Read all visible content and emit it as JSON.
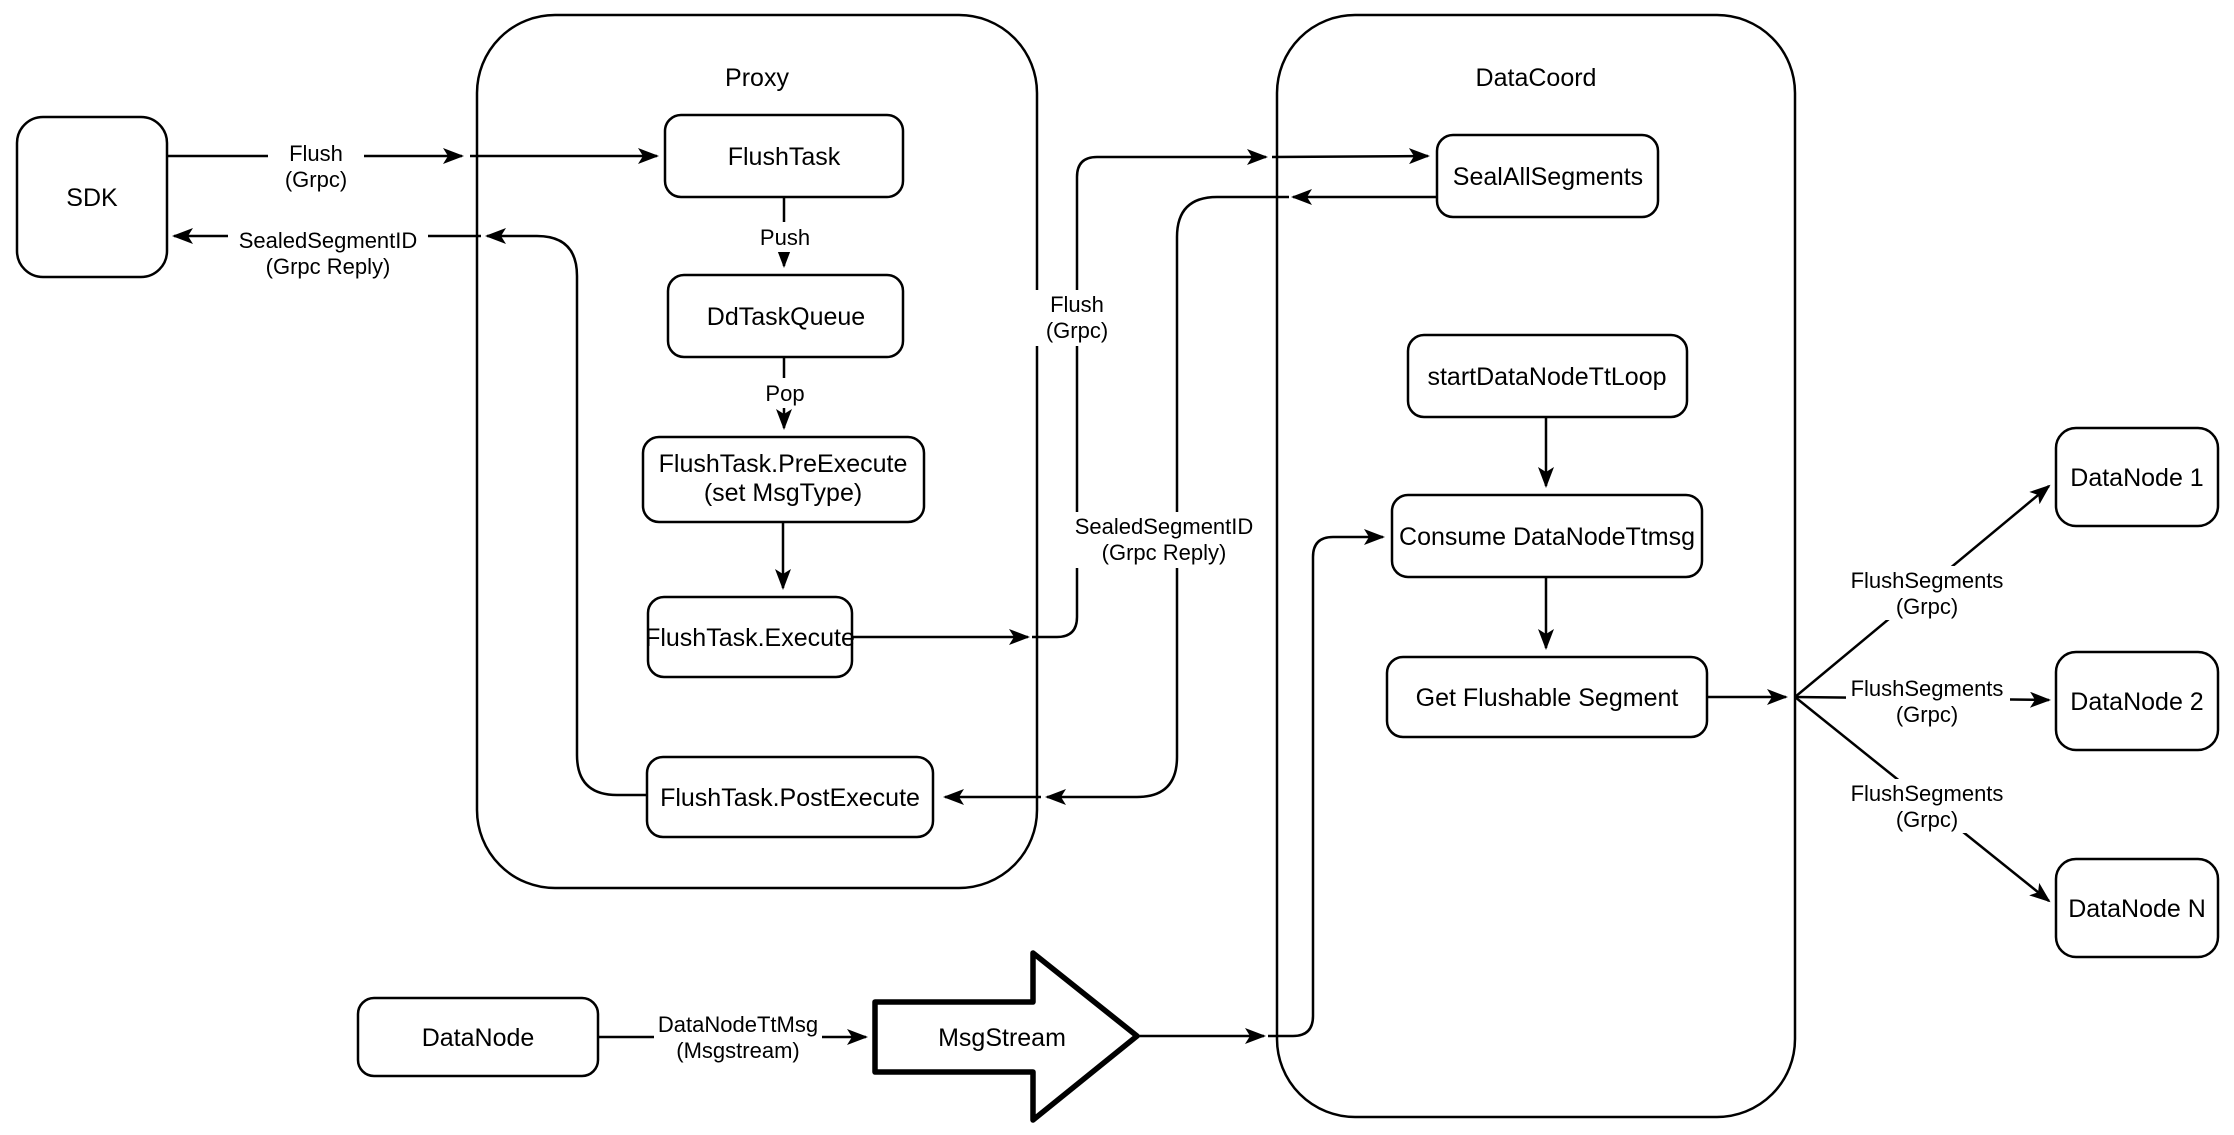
{
  "containers": {
    "proxy": {
      "label": "Proxy"
    },
    "datacoord": {
      "label": "DataCoord"
    }
  },
  "nodes": {
    "sdk": {
      "label": "SDK"
    },
    "flush_task": {
      "label": "FlushTask"
    },
    "dd_task_queue": {
      "label": "DdTaskQueue"
    },
    "pre_execute": {
      "label_line1": "FlushTask.PreExecute",
      "label_line2": "(set MsgType)"
    },
    "execute": {
      "label": "FlushTask.Execute"
    },
    "post_execute": {
      "label": "FlushTask.PostExecute"
    },
    "seal_all_segments": {
      "label": "SealAllSegments"
    },
    "start_datanode_tt_loop": {
      "label": "startDataNodeTtLoop"
    },
    "consume_datanode_ttmsg": {
      "label": "Consume DataNodeTtmsg"
    },
    "get_flushable_segment": {
      "label": "Get Flushable Segment"
    },
    "datanode": {
      "label": "DataNode"
    },
    "msgstream": {
      "label": "MsgStream"
    },
    "datanode_1": {
      "label": "DataNode 1"
    },
    "datanode_2": {
      "label": "DataNode 2"
    },
    "datanode_n": {
      "label": "DataNode N"
    }
  },
  "edge_labels": {
    "sdk_flush": [
      "Flush",
      "(Grpc)"
    ],
    "sdk_reply": [
      "SealedSegmentID",
      "(Grpc Reply)"
    ],
    "push": "Push",
    "pop": "Pop",
    "mid_flush": [
      "Flush",
      "(Grpc)"
    ],
    "mid_reply": [
      "SealedSegmentID",
      "(Grpc Reply)"
    ],
    "flush_segments_1": [
      "FlushSegments",
      "(Grpc)"
    ],
    "flush_segments_2": [
      "FlushSegments",
      "(Grpc)"
    ],
    "flush_segments_n": [
      "FlushSegments",
      "(Grpc)"
    ],
    "datanode_ttmsg": [
      "DataNodeTtMsg",
      "(Msgstream)"
    ]
  },
  "colors": {
    "stroke": "#000000",
    "background": "#ffffff"
  }
}
